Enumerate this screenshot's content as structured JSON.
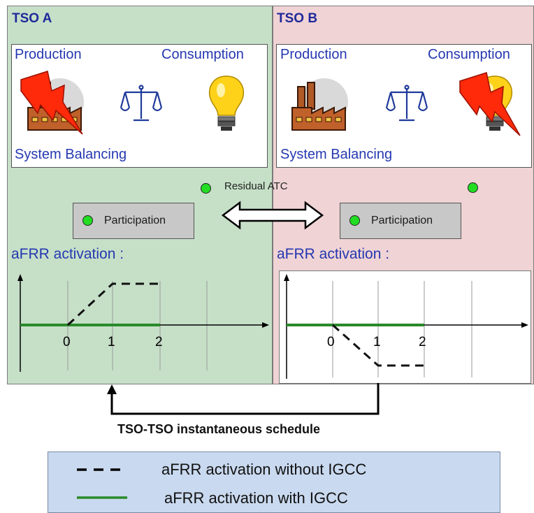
{
  "tso_a": {
    "title": "TSO A",
    "production_label": "Production",
    "consumption_label": "Consumption",
    "balancing_label": "System Balancing",
    "participation_label": "Participation",
    "afrr_label": "aFRR activation :",
    "ticks": [
      "0",
      "1",
      "2"
    ],
    "imbalance_side": "production"
  },
  "tso_b": {
    "title": "TSO B",
    "production_label": "Production",
    "consumption_label": "Consumption",
    "balancing_label": "System Balancing",
    "participation_label": "Participation",
    "afrr_label": "aFRR activation :",
    "ticks": [
      "0",
      "1",
      "2"
    ],
    "imbalance_side": "consumption"
  },
  "residual_atc_label": "Residual ATC",
  "schedule_label": "TSO-TSO instantaneous schedule",
  "legend": {
    "dashed_label": "aFRR activation without IGCC",
    "solid_label": "aFRR activation with IGCC"
  },
  "colors": {
    "tso_a_bg": "#c6e0c8",
    "tso_b_bg": "#f0d3d5",
    "igcc_line": "#2a8a2a",
    "status_dot": "#22dd22",
    "label_blue": "#2538b0",
    "legend_bg": "#c9d9ef"
  },
  "icons": [
    "factory-icon",
    "scales-icon",
    "lightbulb-icon",
    "lightning-bolt-icon",
    "status-dot-icon",
    "double-arrow-icon"
  ]
}
